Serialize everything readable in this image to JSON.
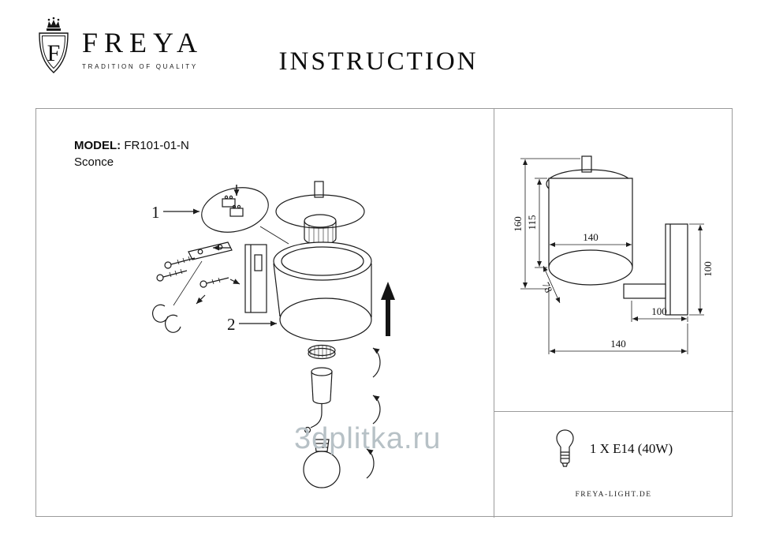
{
  "header": {
    "brand": "FREYA",
    "tagline": "TRADITION OF QUALITY",
    "logo_letter": "F",
    "title": "INSTRUCTION"
  },
  "product": {
    "model_label": "MODEL:",
    "model_value": "FR101-01-N",
    "type_label": "Sconce"
  },
  "assembly": {
    "step1_label": "1",
    "step2_label": "2"
  },
  "dimensions": {
    "total_height": "160",
    "shade_height": "115",
    "shade_width": "140",
    "backplate_height": "100",
    "shade_depth": "78",
    "backplate_width": "100",
    "total_depth": "140"
  },
  "spec": {
    "bulb_spec": "1 X E14 (40W)",
    "website": "FREYA-LIGHT.DE"
  },
  "watermark_text": "3dplitka.ru",
  "colors": {
    "line": "#1c1c1c",
    "border": "#9b9b9b",
    "watermark": "#b7c1c6"
  }
}
